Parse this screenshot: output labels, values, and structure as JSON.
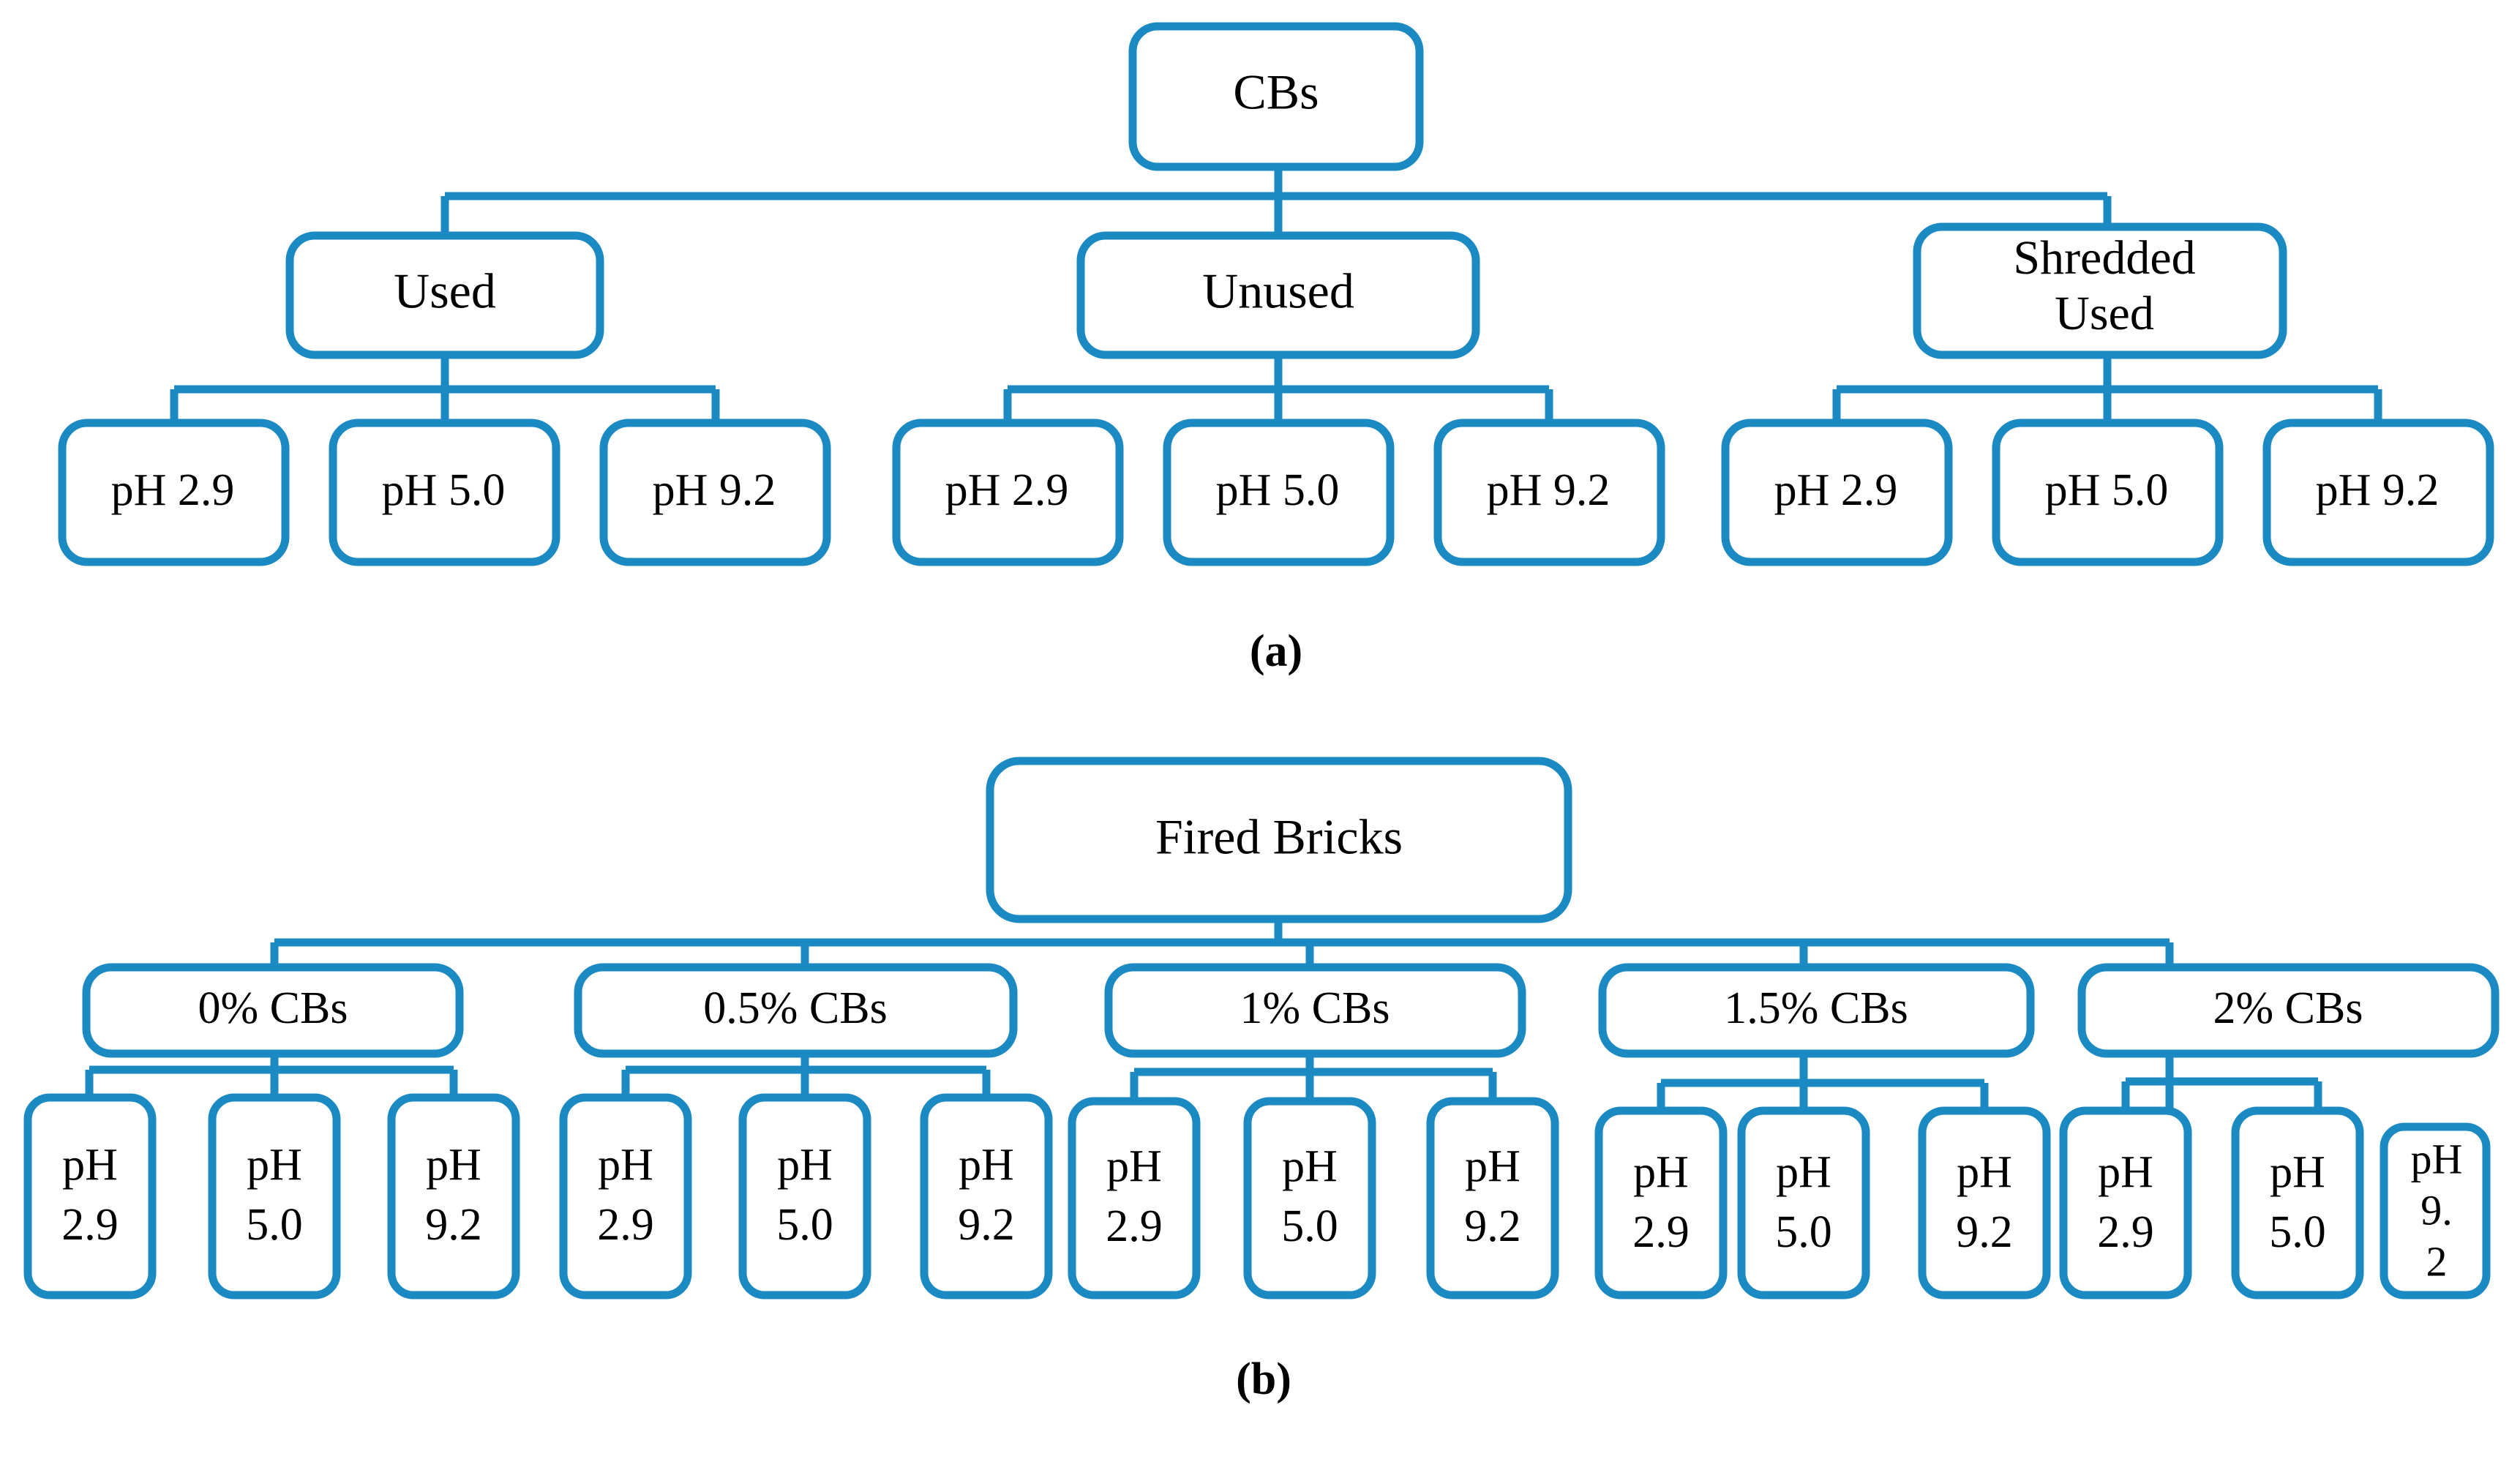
{
  "figure": {
    "accent_color": "#1b8ac2",
    "text_color": "#000000",
    "background_color": "#ffffff"
  },
  "panel_a": {
    "caption": "(a)",
    "root": {
      "label": "CBs"
    },
    "branches": [
      {
        "label": "Used",
        "children": [
          {
            "label": "pH 2.9"
          },
          {
            "label": "pH 5.0"
          },
          {
            "label": "pH 9.2"
          }
        ]
      },
      {
        "label": "Unused",
        "children": [
          {
            "label": "pH 2.9"
          },
          {
            "label": "pH 5.0"
          },
          {
            "label": "pH 9.2"
          }
        ]
      },
      {
        "label_line1": "Shredded",
        "label_line2": "Used",
        "label": "Shredded Used",
        "children": [
          {
            "label": "pH 2.9"
          },
          {
            "label": "pH 5.0"
          },
          {
            "label": "pH 9.2"
          }
        ]
      }
    ]
  },
  "panel_b": {
    "caption": "(b)",
    "root": {
      "label": "Fired Bricks"
    },
    "branches": [
      {
        "label": "0% CBs",
        "children": [
          {
            "line1": "pH",
            "line2": "2.9"
          },
          {
            "line1": "pH",
            "line2": "5.0"
          },
          {
            "line1": "pH",
            "line2": "9.2"
          }
        ]
      },
      {
        "label": "0.5% CBs",
        "children": [
          {
            "line1": "pH",
            "line2": "2.9"
          },
          {
            "line1": "pH",
            "line2": "5.0"
          },
          {
            "line1": "pH",
            "line2": "9.2"
          }
        ]
      },
      {
        "label": "1% CBs",
        "children": [
          {
            "line1": "pH",
            "line2": "2.9"
          },
          {
            "line1": "pH",
            "line2": "5.0"
          },
          {
            "line1": "pH",
            "line2": "9.2"
          }
        ]
      },
      {
        "label": "1.5% CBs",
        "children": [
          {
            "line1": "pH",
            "line2": "2.9"
          },
          {
            "line1": "pH",
            "line2": "5.0"
          },
          {
            "line1": "pH",
            "line2": "9.2"
          }
        ]
      },
      {
        "label": "2% CBs",
        "children": [
          {
            "line1": "pH",
            "line2": "2.9"
          },
          {
            "line1": "pH",
            "line2": "5.0"
          },
          {
            "line1": "pH",
            "line2": "9.",
            "line3": "2"
          }
        ]
      }
    ]
  }
}
